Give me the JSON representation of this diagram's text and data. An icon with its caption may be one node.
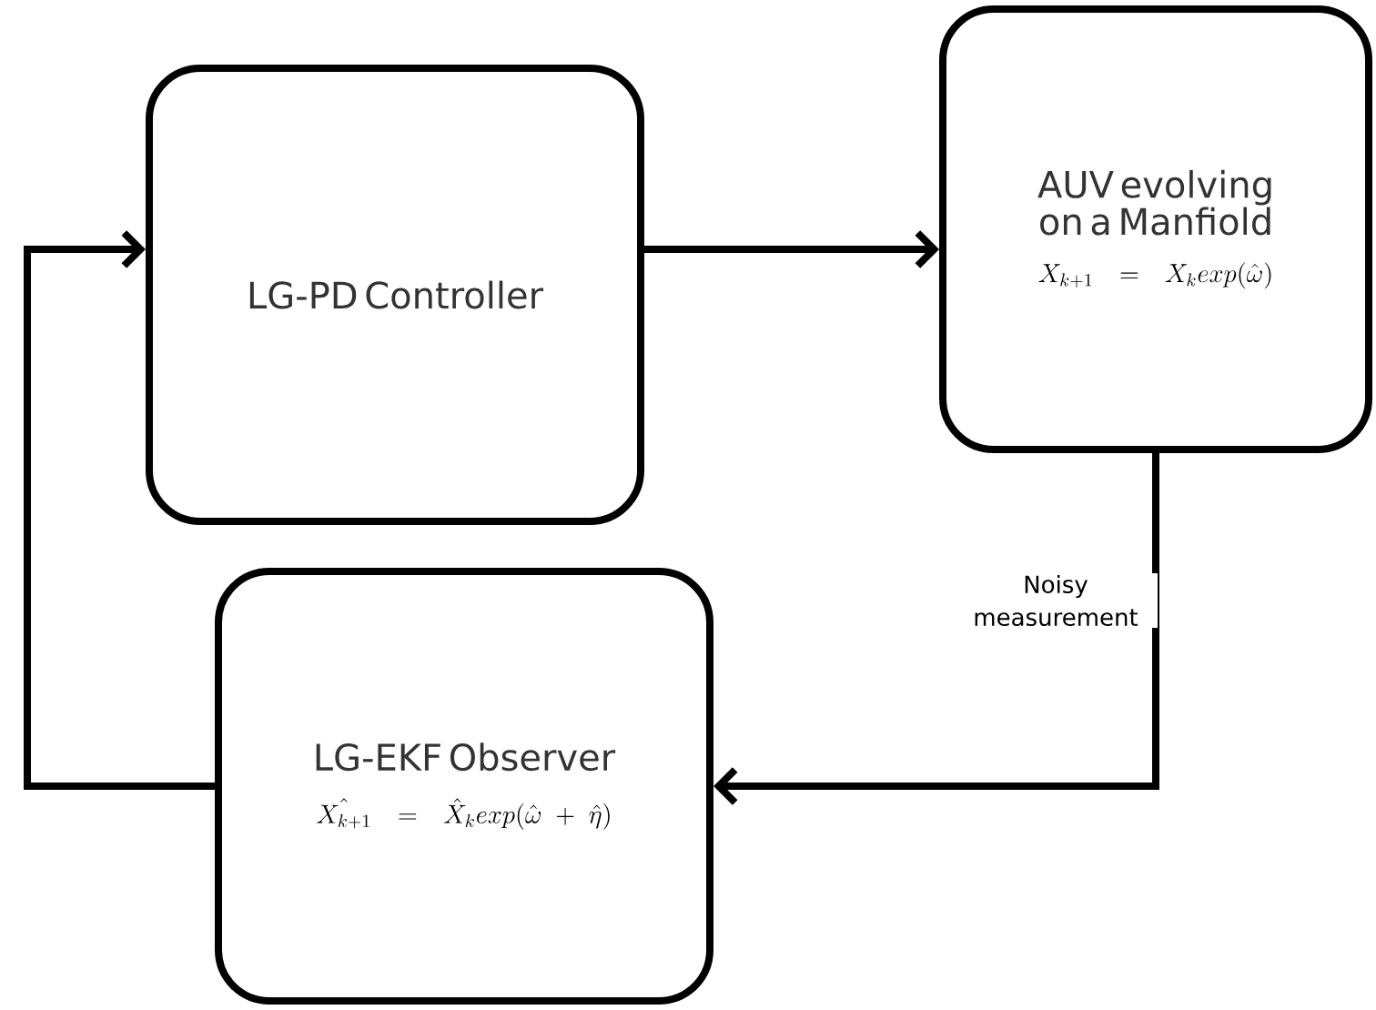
{
  "diagram": {
    "nodes": [
      {
        "text": [
          "LG-PD Controller"
        ]
      },
      {
        "text": [
          "AUV evolving on a Manfiold",
          "X_{k+1} = X_k exp(\\hat{\\omega})"
        ]
      },
      {
        "text": [
          "LG-EKF Observer",
          "\\hat{X_{k+1}} = \\hat{X}_k exp(\\hat{\\omega} + \\hat{\\eta})"
        ]
      }
    ],
    "edges": [
      {
        "from": 0,
        "to": 1,
        "arrow": "to"
      },
      {
        "from": 1,
        "to": 2,
        "arrow": "to",
        "label": "Noisy measurement"
      },
      {
        "from": 2,
        "to": 0,
        "arrow": "to"
      }
    ]
  }
}
